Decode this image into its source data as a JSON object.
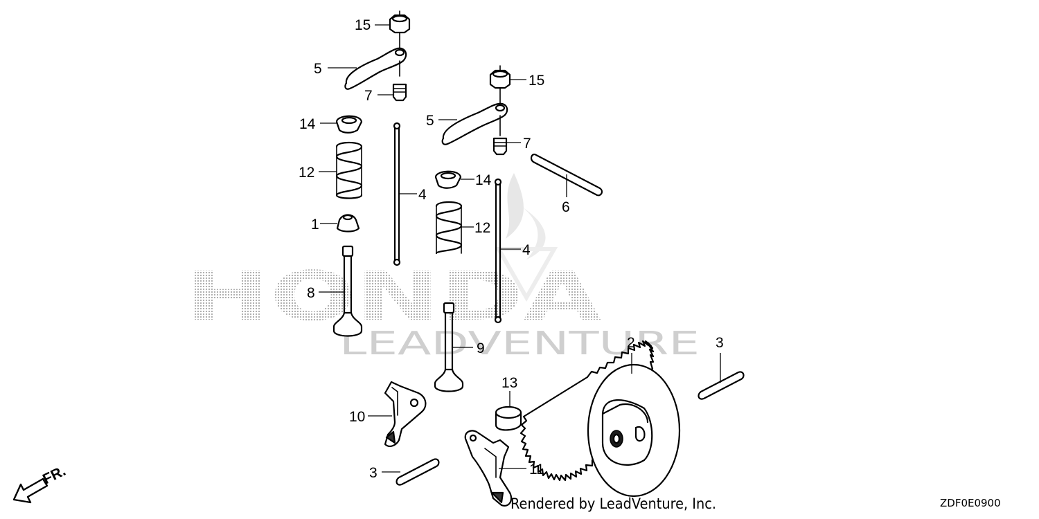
{
  "watermark": {
    "brand": "HONDA",
    "sub": "LEADVENTURE",
    "color": "#bdbdbd"
  },
  "callouts": {
    "c15a": "15",
    "c5a": "5",
    "c7a": "7",
    "c14a": "14",
    "c12a": "12",
    "c1": "1",
    "c8": "8",
    "c4a": "4",
    "c15b": "15",
    "c5b": "5",
    "c7b": "7",
    "c14b": "14",
    "c12b": "12",
    "c4b": "4",
    "c6": "6",
    "c9": "9",
    "c2": "2",
    "c3a": "3",
    "c13": "13",
    "c10": "10",
    "c3b": "3",
    "c11": "11"
  },
  "direction": {
    "label": "FR."
  },
  "footer": {
    "credit": "Rendered by LeadVenture, Inc.",
    "code": "ZDF0E0900"
  }
}
